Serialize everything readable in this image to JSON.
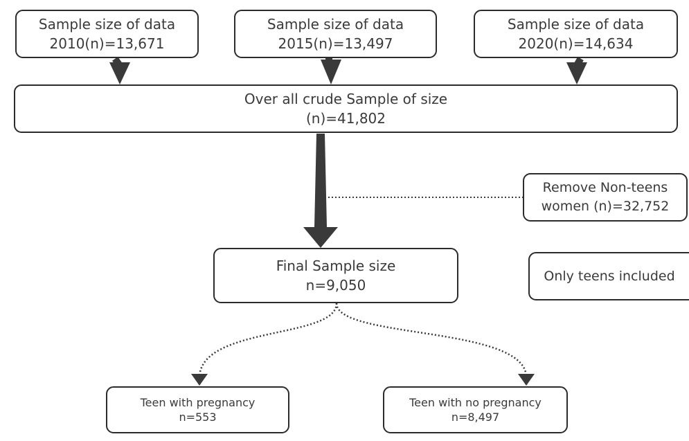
{
  "source_boxes": [
    {
      "line1": "Sample size of data",
      "line2": "2010(n)=13,671"
    },
    {
      "line1": "Sample size of data",
      "line2": "2015(n)=13,497"
    },
    {
      "line1": "Sample size  of data",
      "line2": "2020(n)=14,634"
    }
  ],
  "crude_box": {
    "line1": "Over all crude Sample of size",
    "line2": "(n)=41,802"
  },
  "exclusion_box": {
    "line1": "Remove Non-teens",
    "line2": "women (n)=32,752"
  },
  "final_box": {
    "line1": "Final Sample size",
    "line2": "n=9,050"
  },
  "note_box": {
    "text": "Only teens included"
  },
  "outcome_boxes": [
    {
      "line1": "Teen with pregnancy",
      "line2": "n=553"
    },
    {
      "line1": "Teen with no pregnancy",
      "line2": "n=8,497"
    }
  ],
  "colors": {
    "border": "#2b2b2b",
    "arrow": "#3a3a3a",
    "text": "#3a3a3a"
  }
}
